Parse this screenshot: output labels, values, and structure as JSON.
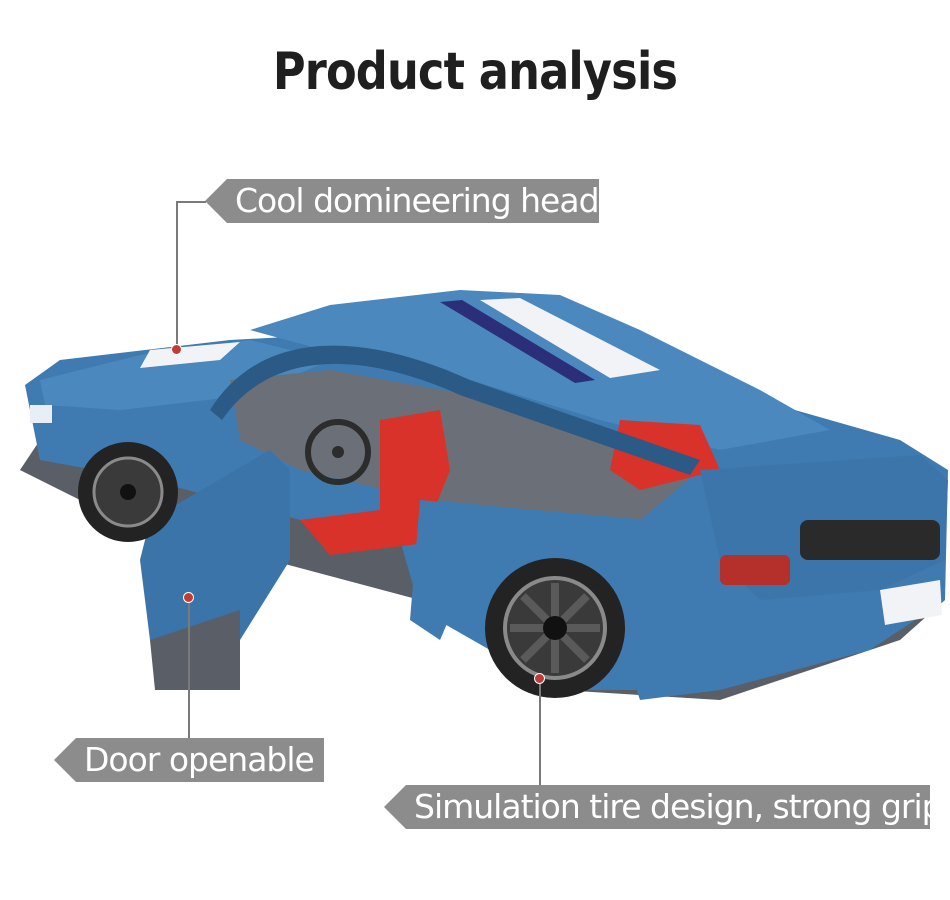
{
  "title": "Product analysis",
  "callouts": {
    "head": "Cool domineering head",
    "door": "Door openable",
    "tire": "Simulation tire design, strong grip"
  },
  "colors": {
    "body_blue": "#3f7bb0",
    "dark_blue": "#2b5a86",
    "stripe": "#f2f3f7",
    "interior_red": "#d8322b",
    "tag_gray": "#8c8c8c",
    "title_black": "#1f1f1f"
  }
}
